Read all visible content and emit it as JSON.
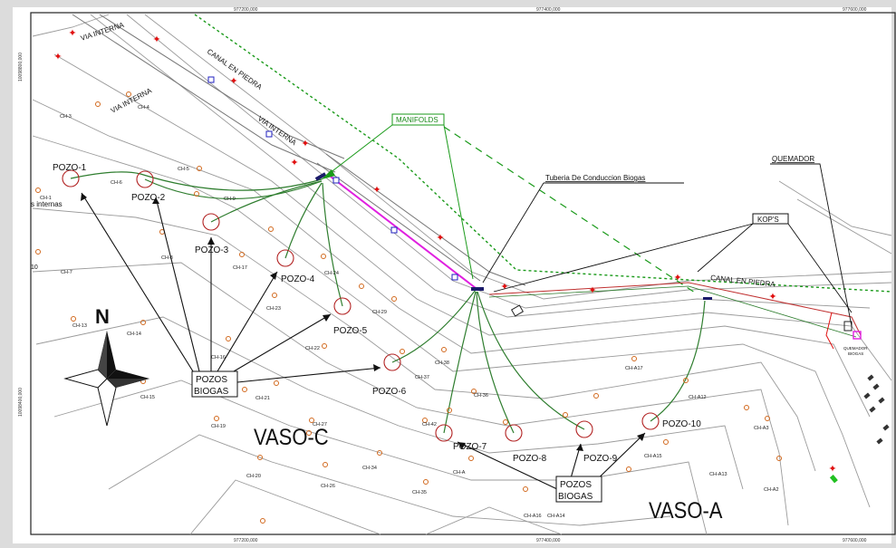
{
  "coords": {
    "top": [
      "977200,000",
      "977400,000",
      "977600,000"
    ],
    "bottom": [
      "977200,000",
      "977400,000",
      "977600,000"
    ],
    "left": [
      "10098800,000",
      "10098400,000"
    ]
  },
  "labels": {
    "via_interna": "VIA INTERNA",
    "canal_en_piedra": "CANAL EN PIEDRA",
    "manifolds": "MANIFOLDS",
    "tuberia": "Tuberia De Conduccion Biogas",
    "quemador": "QUEMADOR",
    "kops": "KOP'S",
    "pozos_biogas_line1": "POZOS",
    "pozos_biogas_line2": "BIOGAS",
    "vaso_c": "VASO-C",
    "vaso_a": "VASO-A",
    "quemador_biogas_line1": "QUEMADOR",
    "quemador_biogas_line2": "BIOGAS",
    "vias_internas_partial": "s internas",
    "north": "N",
    "left_partial": "10"
  },
  "pozos": [
    "POZO-1",
    "POZO-2",
    "POZO-3",
    "POZO-4",
    "POZO-5",
    "POZO-6",
    "POZO-7",
    "POZO-8",
    "POZO-9",
    "POZO-10"
  ],
  "ch_points": [
    "CH-1",
    "CH-3",
    "CH-4",
    "CH-5",
    "CH-6",
    "CH-7",
    "CH-8",
    "CH-9",
    "CH-13",
    "CH-14",
    "CH-15",
    "CH-16",
    "CH-17",
    "CH-19",
    "CH-20",
    "CH-21",
    "CH-22",
    "CH-23",
    "CH-24",
    "CH-26",
    "CH-27",
    "CH-29",
    "CH-34",
    "CH-35",
    "CH-36",
    "CH-37",
    "CH-38",
    "CH-42",
    "CH-A",
    "CH-A2",
    "CH-A3",
    "CH-A12",
    "CH-A13",
    "CH-A14",
    "CH-A15",
    "CH-A16",
    "CH-A17"
  ],
  "colors": {
    "green_pipe": "#2e7d2e",
    "magenta_pipe": "#e020e0",
    "canal_dash": "#1a9a1a",
    "red_marker": "#e01010",
    "orange_marker": "#d2691e",
    "contour": "#9a9a9a",
    "pozo_circle": "#b22222"
  }
}
